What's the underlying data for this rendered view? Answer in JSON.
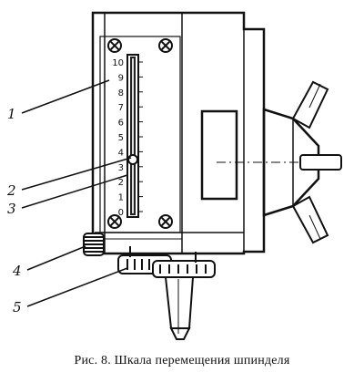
{
  "figure": {
    "caption": "Рис. 8. Шкала перемещения шпинделя",
    "callouts": [
      "1",
      "2",
      "3",
      "4",
      "5"
    ],
    "scale_labels": [
      "10",
      "9",
      "8",
      "7",
      "6",
      "5",
      "4",
      "3",
      "2",
      "1",
      "0"
    ]
  }
}
